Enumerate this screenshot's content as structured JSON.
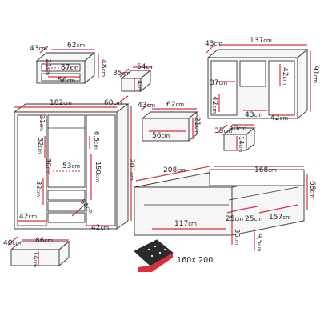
{
  "colors": {
    "dimension_line": "#d9303e",
    "furniture_outline": "#333333",
    "furniture_fill": "#f6f6f6",
    "text": "#222222",
    "mattress_badge": "#2b2b2b"
  },
  "unit": "cm",
  "items": {
    "nightstand": {
      "depth": "43",
      "width": "62",
      "height": "48",
      "drawer_front_height": "21",
      "drawer_inner_depth": "37",
      "drawer_inner_width": "56"
    },
    "small_drawer": {
      "depth": "35",
      "width": "54",
      "height": "14"
    },
    "dresser": {
      "depth": "43",
      "width": "137",
      "height": "91",
      "inner_depth": "37",
      "inner_height": "42",
      "door_height": "42",
      "shelf_depth": "43",
      "shelf_width": "42"
    },
    "nightstand_drawer": {
      "depth": "43",
      "width": "62",
      "height": "21",
      "inner_width": "56"
    },
    "dresser_drawer": {
      "depth": "35",
      "width": "40",
      "height": "14"
    },
    "wardrobe": {
      "width": "182",
      "depth": "60",
      "height": "201",
      "top_compartment": "31",
      "shelf_spacing_a": "32",
      "shelf_spacing_b": "30",
      "hanging_depth": "53",
      "rail_offset": "6,5",
      "hanging_height": "150",
      "lower_compartment": "32",
      "drawer_inner_width": "54",
      "bottom_width_left": "42",
      "bottom_width_right": "42"
    },
    "wardrobe_drawer": {
      "depth": "40",
      "width": "86",
      "height": "14"
    },
    "bed": {
      "length": "208",
      "width": "168",
      "headboard_height": "68",
      "storage_length": "117",
      "storage_depth_left": "25",
      "storage_depth_right": "25",
      "storage_width": "157",
      "storage_height": "36",
      "clearance": "9,5"
    },
    "mattress": {
      "size_label": "160x 200"
    }
  }
}
